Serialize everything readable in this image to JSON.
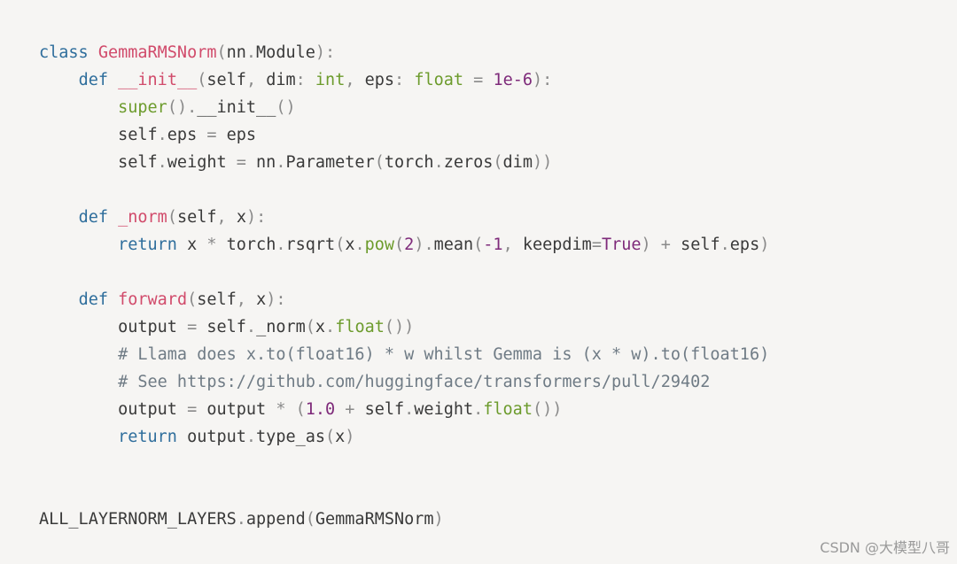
{
  "colors": {
    "background": "#f6f5f3",
    "keyword": "#2f6e9c",
    "function_name": "#d14b6b",
    "builtin": "#6c9b2c",
    "number": "#7e2a7a",
    "comment": "#6f7b85",
    "text": "#3a3a3a",
    "punctuation": "#8a8a8a"
  },
  "code": {
    "lines": [
      [
        [
          "kw",
          "class "
        ],
        [
          "cls",
          "GemmaRMSNorm"
        ],
        [
          "p",
          "("
        ],
        [
          "tx",
          "nn"
        ],
        [
          "p",
          "."
        ],
        [
          "tx",
          "Module"
        ],
        [
          "p",
          "):"
        ]
      ],
      [
        [
          "tx",
          "    "
        ],
        [
          "kw",
          "def "
        ],
        [
          "fn",
          "__init__"
        ],
        [
          "p",
          "("
        ],
        [
          "tx",
          "self"
        ],
        [
          "p",
          ", "
        ],
        [
          "tx",
          "dim"
        ],
        [
          "p",
          ": "
        ],
        [
          "bi",
          "int"
        ],
        [
          "p",
          ", "
        ],
        [
          "tx",
          "eps"
        ],
        [
          "p",
          ": "
        ],
        [
          "bi",
          "float"
        ],
        [
          "op",
          " = "
        ],
        [
          "num",
          "1e-6"
        ],
        [
          "p",
          "):"
        ]
      ],
      [
        [
          "tx",
          "        "
        ],
        [
          "bi",
          "super"
        ],
        [
          "p",
          "()."
        ],
        [
          "tx",
          "__init__"
        ],
        [
          "p",
          "()"
        ]
      ],
      [
        [
          "tx",
          "        self"
        ],
        [
          "p",
          "."
        ],
        [
          "tx",
          "eps"
        ],
        [
          "op",
          " = "
        ],
        [
          "tx",
          "eps"
        ]
      ],
      [
        [
          "tx",
          "        self"
        ],
        [
          "p",
          "."
        ],
        [
          "tx",
          "weight"
        ],
        [
          "op",
          " = "
        ],
        [
          "tx",
          "nn"
        ],
        [
          "p",
          "."
        ],
        [
          "tx",
          "Parameter"
        ],
        [
          "p",
          "("
        ],
        [
          "tx",
          "torch"
        ],
        [
          "p",
          "."
        ],
        [
          "tx",
          "zeros"
        ],
        [
          "p",
          "("
        ],
        [
          "tx",
          "dim"
        ],
        [
          "p",
          "))"
        ]
      ],
      [],
      [
        [
          "tx",
          "    "
        ],
        [
          "kw",
          "def "
        ],
        [
          "fn",
          "_norm"
        ],
        [
          "p",
          "("
        ],
        [
          "tx",
          "self"
        ],
        [
          "p",
          ", "
        ],
        [
          "tx",
          "x"
        ],
        [
          "p",
          "):"
        ]
      ],
      [
        [
          "tx",
          "        "
        ],
        [
          "kw",
          "return "
        ],
        [
          "tx",
          "x"
        ],
        [
          "op",
          " * "
        ],
        [
          "tx",
          "torch"
        ],
        [
          "p",
          "."
        ],
        [
          "tx",
          "rsqrt"
        ],
        [
          "p",
          "("
        ],
        [
          "tx",
          "x"
        ],
        [
          "p",
          "."
        ],
        [
          "bi",
          "pow"
        ],
        [
          "p",
          "("
        ],
        [
          "num",
          "2"
        ],
        [
          "p",
          ")."
        ],
        [
          "tx",
          "mean"
        ],
        [
          "p",
          "("
        ],
        [
          "num",
          "-1"
        ],
        [
          "p",
          ", "
        ],
        [
          "tx",
          "keepdim"
        ],
        [
          "op",
          "="
        ],
        [
          "num",
          "True"
        ],
        [
          "p",
          ")"
        ],
        [
          "op",
          " + "
        ],
        [
          "tx",
          "self"
        ],
        [
          "p",
          "."
        ],
        [
          "tx",
          "eps"
        ],
        [
          "p",
          ")"
        ]
      ],
      [],
      [
        [
          "tx",
          "    "
        ],
        [
          "kw",
          "def "
        ],
        [
          "fn",
          "forward"
        ],
        [
          "p",
          "("
        ],
        [
          "tx",
          "self"
        ],
        [
          "p",
          ", "
        ],
        [
          "tx",
          "x"
        ],
        [
          "p",
          "):"
        ]
      ],
      [
        [
          "tx",
          "        output"
        ],
        [
          "op",
          " = "
        ],
        [
          "tx",
          "self"
        ],
        [
          "p",
          "."
        ],
        [
          "tx",
          "_norm"
        ],
        [
          "p",
          "("
        ],
        [
          "tx",
          "x"
        ],
        [
          "p",
          "."
        ],
        [
          "bi",
          "float"
        ],
        [
          "p",
          "())"
        ]
      ],
      [
        [
          "tx",
          "        "
        ],
        [
          "cm",
          "# Llama does x.to(float16) * w whilst Gemma is (x * w).to(float16)"
        ]
      ],
      [
        [
          "tx",
          "        "
        ],
        [
          "cm",
          "# See https://github.com/huggingface/transformers/pull/29402"
        ]
      ],
      [
        [
          "tx",
          "        output"
        ],
        [
          "op",
          " = "
        ],
        [
          "tx",
          "output"
        ],
        [
          "op",
          " * "
        ],
        [
          "p",
          "("
        ],
        [
          "num",
          "1.0"
        ],
        [
          "op",
          " + "
        ],
        [
          "tx",
          "self"
        ],
        [
          "p",
          "."
        ],
        [
          "tx",
          "weight"
        ],
        [
          "p",
          "."
        ],
        [
          "bi",
          "float"
        ],
        [
          "p",
          "())"
        ]
      ],
      [
        [
          "tx",
          "        "
        ],
        [
          "kw",
          "return "
        ],
        [
          "tx",
          "output"
        ],
        [
          "p",
          "."
        ],
        [
          "tx",
          "type_as"
        ],
        [
          "p",
          "("
        ],
        [
          "tx",
          "x"
        ],
        [
          "p",
          ")"
        ]
      ],
      [],
      [],
      [
        [
          "tx",
          "ALL_LAYERNORM_LAYERS"
        ],
        [
          "p",
          "."
        ],
        [
          "tx",
          "append"
        ],
        [
          "p",
          "("
        ],
        [
          "tx",
          "GemmaRMSNorm"
        ],
        [
          "p",
          ")"
        ]
      ]
    ]
  },
  "watermark": "CSDN @大模型八哥"
}
